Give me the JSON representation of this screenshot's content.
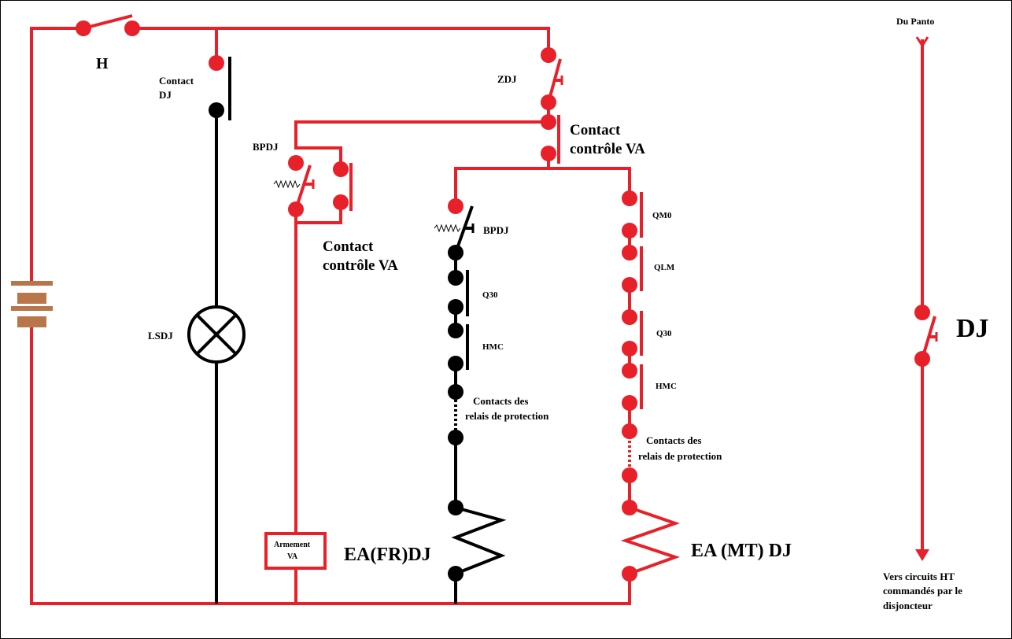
{
  "colors": {
    "red": "#e8202a",
    "black": "#000000",
    "battery": "#b8764a",
    "frame": "#000000"
  },
  "labels": {
    "h": "H",
    "contact_dj_1": "Contact",
    "contact_dj_2": "DJ",
    "zdj": "ZDJ",
    "contact_va_top_1": "Contact",
    "contact_va_top_2": "contrôle VA",
    "bpdj_left": "BPDJ",
    "contact_va_left_1": "Contact",
    "contact_va_left_2": "contrôle VA",
    "bpdj_center": "BPDJ",
    "q30_left": "Q30",
    "hmc_left": "HMC",
    "relais_left_1": "Contacts des",
    "relais_left_2": "relais de protection",
    "lsdj": "LSDJ",
    "armement_1": "Armement",
    "armement_2": "VA",
    "ea_fr": "EA(FR)DJ",
    "qm0": "QM0",
    "qlm": "QLM",
    "q30_right": "Q30",
    "hmc_right": "HMC",
    "relais_right_1": "Contacts des",
    "relais_right_2": "relais de protection",
    "ea_mt": "EA (MT) DJ",
    "du_panto": "Du Panto",
    "dj_big": "DJ",
    "vers_1": "Vers circuits HT",
    "vers_2": "commandés par le",
    "vers_3": "disjoncteur"
  }
}
